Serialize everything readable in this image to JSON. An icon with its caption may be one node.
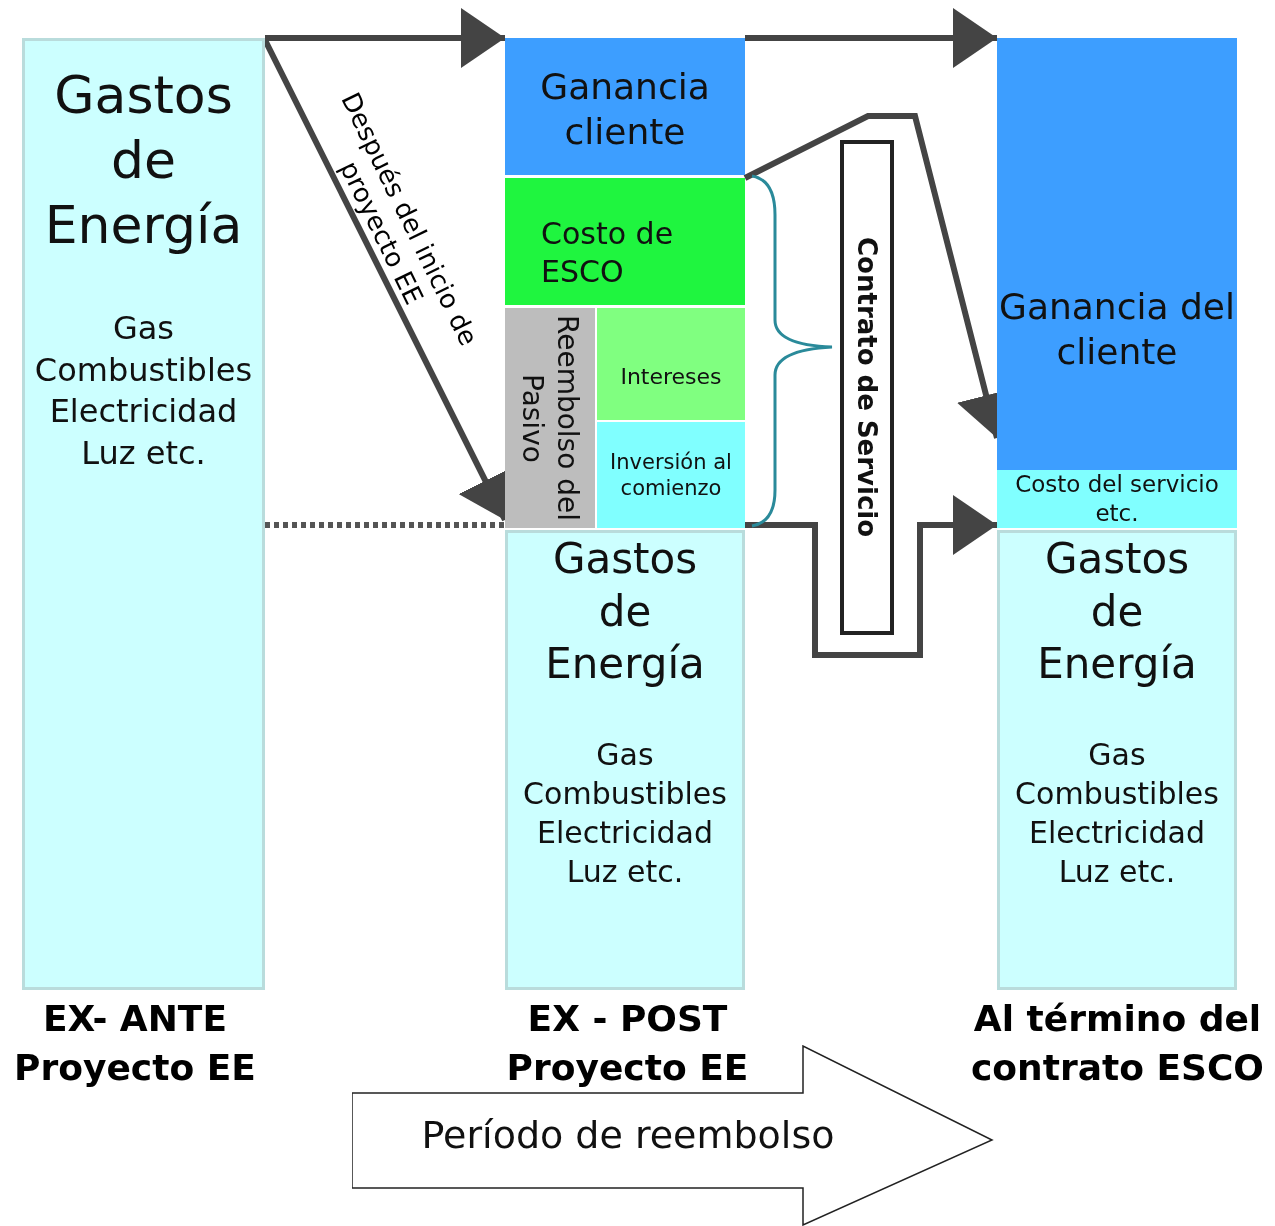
{
  "diagram": {
    "nodes": [
      {
        "text": [
          "Gastos de Energía",
          "Gas Combustibles Electricidad Luz etc."
        ]
      },
      {
        "text": [
          "Ganancia cliente"
        ]
      },
      {
        "text": [
          "Costo de ESCO"
        ]
      },
      {
        "text": [
          "Reembolso del Pasivo"
        ]
      },
      {
        "text": [
          "Intereses"
        ]
      },
      {
        "text": [
          "Inversión al comienzo"
        ]
      },
      {
        "text": [
          "Gastos de Energía",
          "Gas Combustibles Electricidad Luz etc."
        ]
      },
      {
        "text": [
          "Contrato de  Servicio"
        ]
      },
      {
        "text": [
          "Ganancia del cliente"
        ]
      },
      {
        "text": [
          "Costo del servicio etc."
        ]
      },
      {
        "text": [
          "Gastos de Energía",
          "Gas Combustibles Electricidad Luz etc."
        ]
      },
      {
        "text": [
          "Período de reembolso"
        ]
      }
    ],
    "edges": [
      {
        "from": 0,
        "to": 1,
        "arrow": "to"
      },
      {
        "from": 0,
        "to": 3,
        "arrow": "to",
        "label": "Después del inicio de proyecto EE"
      },
      {
        "from": 0,
        "to": 6,
        "arrow": "none",
        "style": "dashed"
      },
      {
        "from": 1,
        "to": 8,
        "arrow": "to"
      },
      {
        "from": 6,
        "to": 10,
        "arrow": "to"
      },
      {
        "from": 2,
        "to": 8,
        "arrow": "to"
      }
    ],
    "labels": [
      "EX- ANTE Proyecto EE",
      "EX - POST Proyecto EE",
      "Al término del contrato ESCO"
    ]
  }
}
